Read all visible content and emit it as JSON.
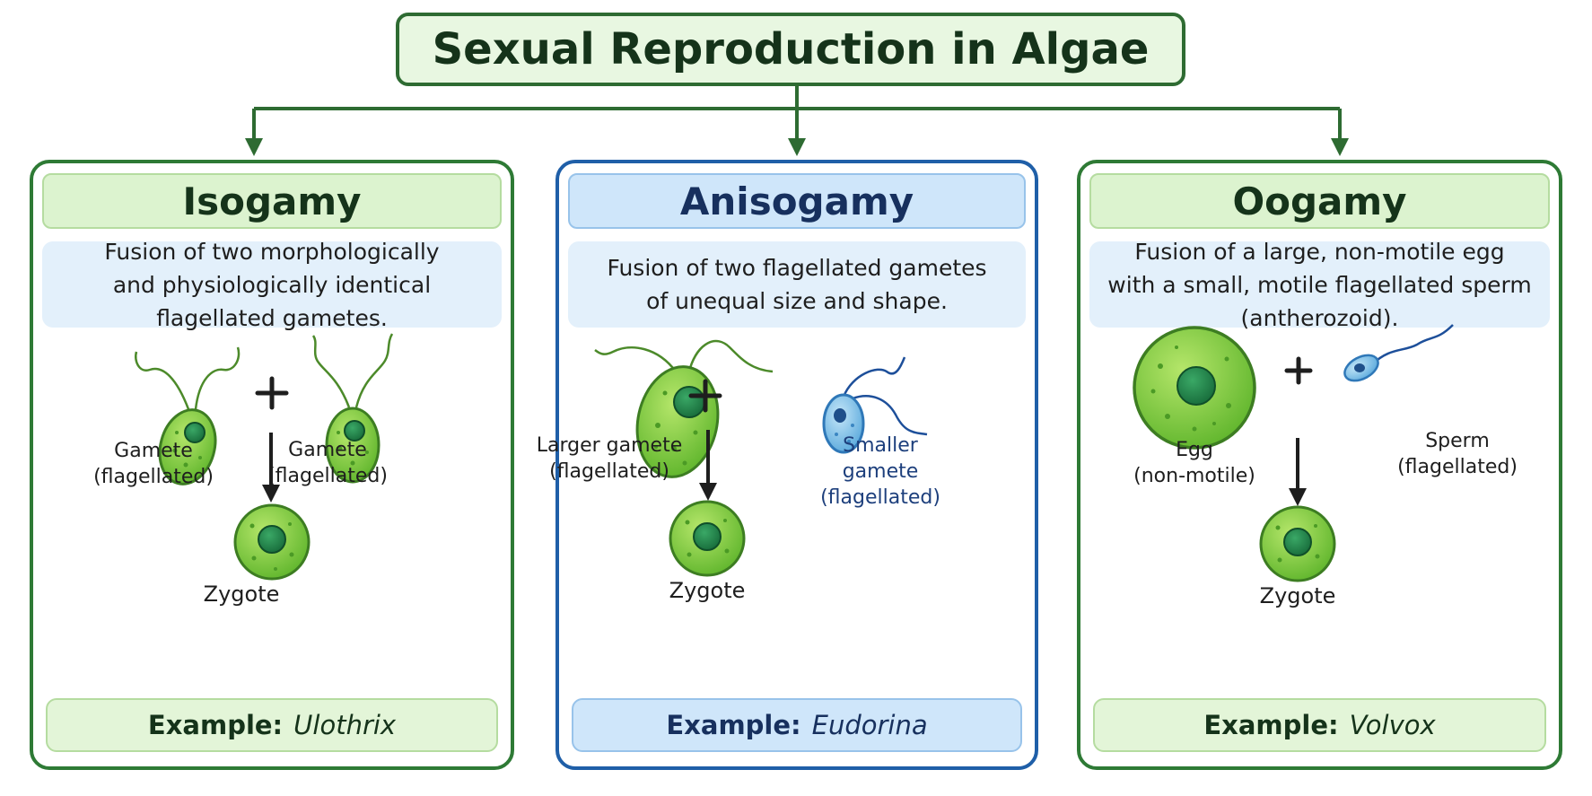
{
  "title": "Sexual Reproduction in Algae",
  "colors": {
    "panel_border_green": "#2e7a35",
    "panel_border_blue": "#1f5fa8",
    "heading_green": "#dcf3cf",
    "heading_blue": "#cfe6fa",
    "description_bg": "#e3f0fb",
    "cell_green": "#7ccb35",
    "nucleus": "#1f8a4c",
    "sperm_blue": "#5aa9dc"
  },
  "panels": [
    {
      "heading": "Isogamy",
      "description": "Fusion of two morphologically\nand physiologically identical\nflagellated gametes.",
      "left_label": "Gamete\n(flagellated)",
      "right_label": "Gamete\n(flagellated)",
      "result_label": "Zygote",
      "example_label": "Example:",
      "example_name": "Ulothrix"
    },
    {
      "heading": "Anisogamy",
      "description": "Fusion of two flagellated gametes\nof unequal size and shape.",
      "left_label": "Larger gamete\n(flagellated)",
      "right_label": "Smaller gamete\n(flagellated)",
      "result_label": "Zygote",
      "example_label": "Example:",
      "example_name": "Eudorina"
    },
    {
      "heading": "Oogamy",
      "description": "Fusion of a large, non-motile egg\nwith a small, motile flagellated sperm\n(antherozoid).",
      "left_label": "Egg\n(non-motile)",
      "right_label": "Sperm\n(flagellated)",
      "result_label": "Zygote",
      "example_label": "Example:",
      "example_name": "Volvox"
    }
  ]
}
